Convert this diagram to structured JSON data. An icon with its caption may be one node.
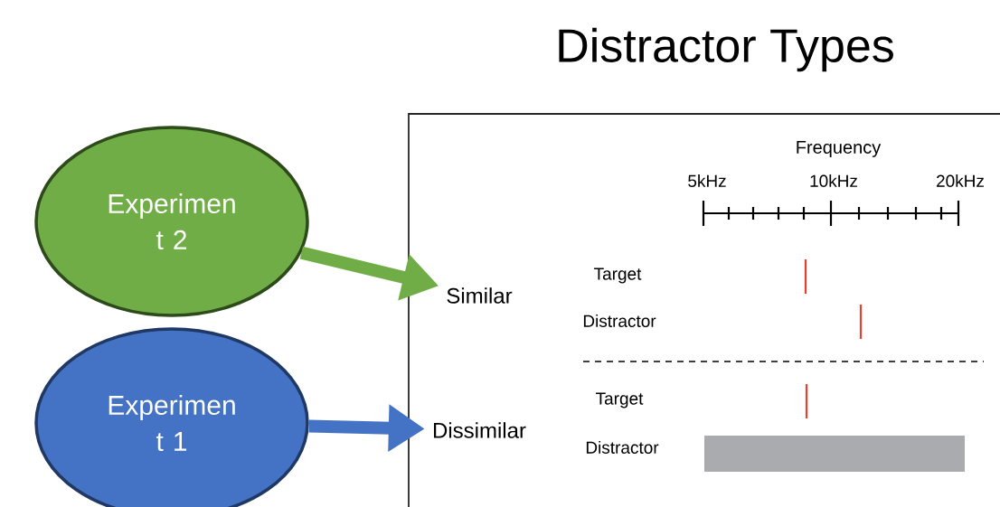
{
  "diagram": {
    "title": "Distractor Types",
    "nodes": [
      {
        "text": [
          "Experimen t 2"
        ]
      },
      {
        "text": [
          "Experimen t 1"
        ]
      },
      {
        "text": [
          "Similar"
        ]
      },
      {
        "text": [
          "Dissimilar"
        ]
      }
    ],
    "edges": [
      {
        "from": 0,
        "to": 2,
        "arrow": "to",
        "color": "#70ad47"
      },
      {
        "from": 1,
        "to": 3,
        "arrow": "to",
        "color": "#4472c4"
      }
    ],
    "labels": [
      "Frequency",
      "5kHz",
      "10kHz",
      "20kHz",
      "Target",
      "Distractor",
      "Target",
      "Distractor"
    ]
  }
}
